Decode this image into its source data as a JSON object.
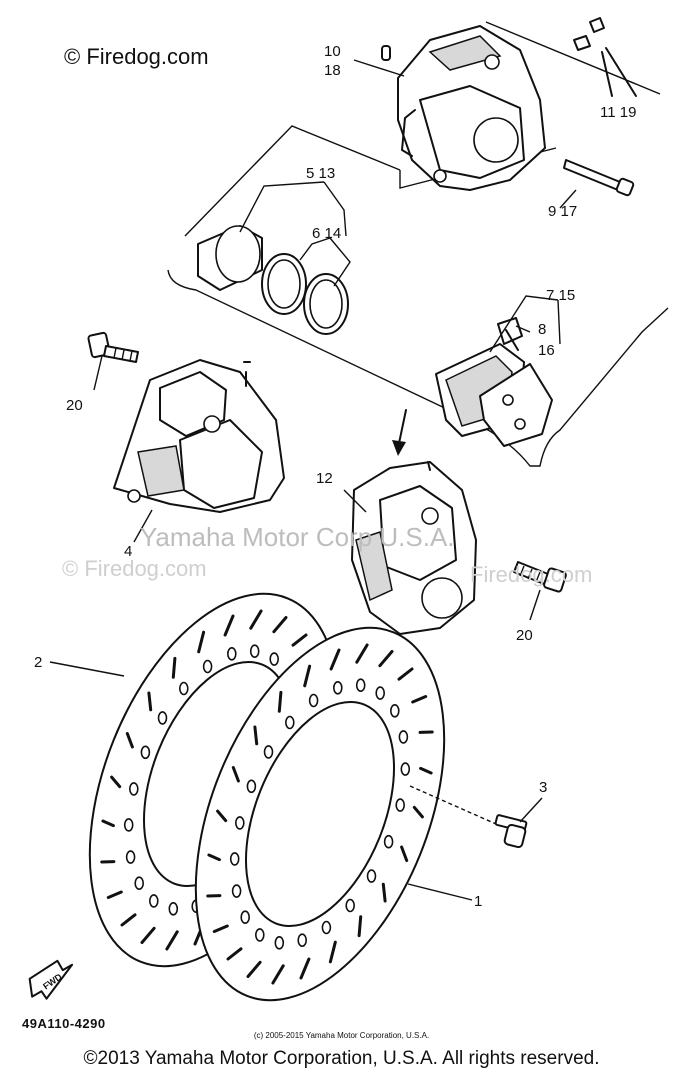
{
  "brand": {
    "copyright_site": "© Firedog.com"
  },
  "watermarks": {
    "manufacturer": "Yamaha Motor Corp U.S.A.",
    "site_left": "© Firedog.com",
    "site_right": "Firedog.com"
  },
  "callouts": {
    "c10": "10",
    "c18": "18",
    "c11_19": "11 19",
    "c9_17": "9 17",
    "c5_13": "5 13",
    "c6_14": "6 14",
    "c7_15": "7 15",
    "c8": "8",
    "c16": "16",
    "c20a": "20",
    "c4": "4",
    "c12": "12",
    "c20b": "20",
    "c2": "2",
    "c3": "3",
    "c1": "1"
  },
  "fwd_label": "FWD",
  "diagram_code": "49A110-4290",
  "small_copyright": "(c) 2005-2015 Yamaha Motor Corporation, U.S.A.",
  "footer": "©2013 Yamaha Motor Corporation, U.S.A. All rights reserved."
}
